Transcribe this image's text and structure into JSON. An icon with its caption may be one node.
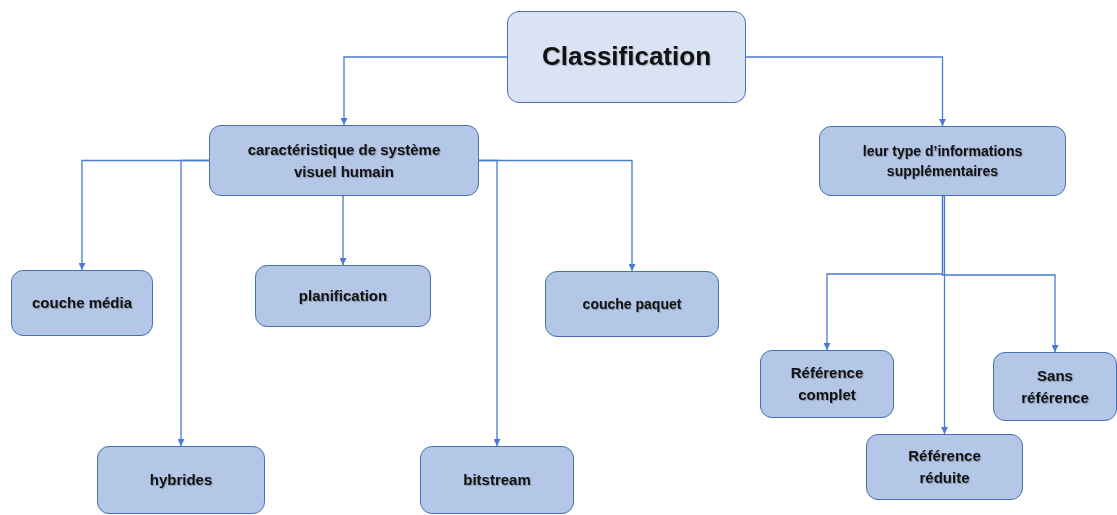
{
  "diagram": {
    "nodes": [
      {
        "text": [
          "Classification"
        ]
      },
      {
        "text": [
          "caractéristique de système visuel humain"
        ]
      },
      {
        "text": [
          "leur type d’informations supplémentaires"
        ]
      },
      {
        "text": [
          "couche média"
        ]
      },
      {
        "text": [
          "planification"
        ]
      },
      {
        "text": [
          "couche paquet"
        ]
      },
      {
        "text": [
          "hybrides"
        ]
      },
      {
        "text": [
          "bitstream"
        ]
      },
      {
        "text": [
          "Référence complet"
        ]
      },
      {
        "text": [
          "Sans référence"
        ]
      },
      {
        "text": [
          "Référence réduite"
        ]
      }
    ],
    "edges": [
      {
        "from": 0,
        "to": 1,
        "arrow": "to"
      },
      {
        "from": 0,
        "to": 2,
        "arrow": "to"
      },
      {
        "from": 1,
        "to": 3,
        "arrow": "to"
      },
      {
        "from": 1,
        "to": 6,
        "arrow": "to"
      },
      {
        "from": 1,
        "to": 4,
        "arrow": "to"
      },
      {
        "from": 1,
        "to": 7,
        "arrow": "to"
      },
      {
        "from": 1,
        "to": 5,
        "arrow": "to"
      },
      {
        "from": 2,
        "to": 8,
        "arrow": "to"
      },
      {
        "from": 2,
        "to": 10,
        "arrow": "to"
      },
      {
        "from": 2,
        "to": 9,
        "arrow": "to"
      }
    ]
  }
}
